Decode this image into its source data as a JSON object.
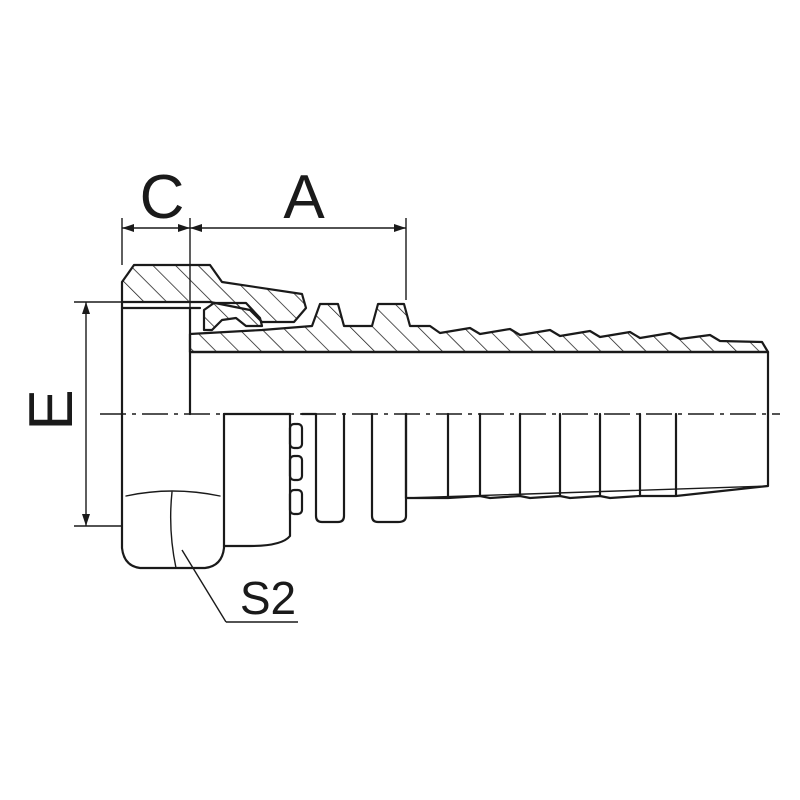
{
  "labels": {
    "c": "C",
    "a": "A",
    "e": "E",
    "s2": "S2"
  },
  "colors": {
    "line": "#1a1a1a",
    "background": "#ffffff"
  }
}
